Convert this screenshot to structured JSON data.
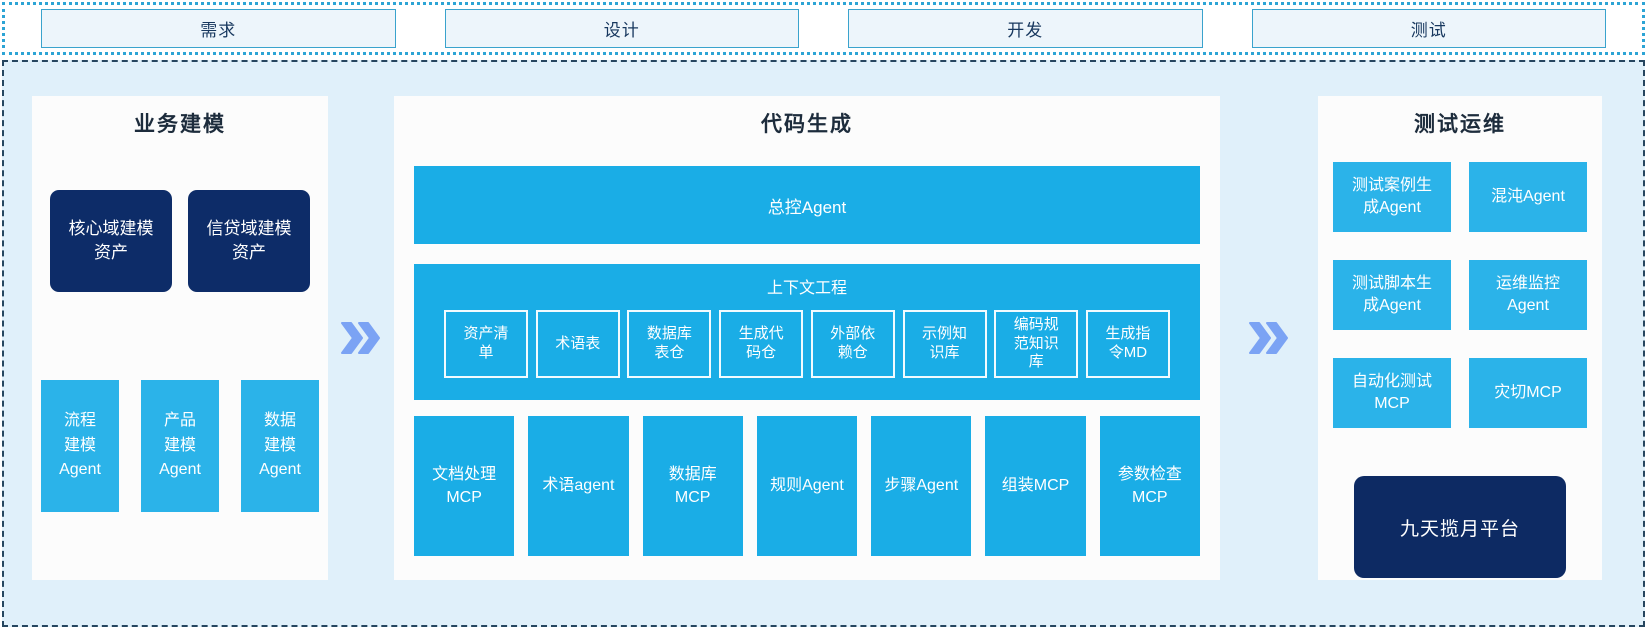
{
  "colors": {
    "accent_cyan": "#1aade6",
    "light_cyan_box": "#2bb3e9",
    "dark_navy_box": "#0d2b66",
    "chevron": "#7ba3f4",
    "container_bg": "#e0f0fa",
    "stage_dotted_border": "#2ca4d5",
    "main_dashed_border": "#26465f",
    "title_text": "#1d2c3c"
  },
  "icons": {
    "flow_arrow": "double-chevron-right"
  },
  "stages": [
    {
      "label": "需求"
    },
    {
      "label": "设计"
    },
    {
      "label": "开发"
    },
    {
      "label": "测试"
    }
  ],
  "panels": {
    "business": {
      "title": "业务建模",
      "asset_boxes": [
        {
          "label": "核心域建模\n资产"
        },
        {
          "label": "信贷域建模\n资产"
        }
      ],
      "agent_boxes": [
        {
          "label": "流程\n建模\nAgent"
        },
        {
          "label": "产品\n建模\nAgent"
        },
        {
          "label": "数据\n建模\nAgent"
        }
      ]
    },
    "codegen": {
      "title": "代码生成",
      "master_agent": "总控Agent",
      "context": {
        "title": "上下文工程",
        "items": [
          {
            "label": "资产清\n单"
          },
          {
            "label": "术语表"
          },
          {
            "label": "数据库\n表仓"
          },
          {
            "label": "生成代\n码仓"
          },
          {
            "label": "外部依\n赖仓"
          },
          {
            "label": "示例知\n识库"
          },
          {
            "label": "编码规\n范知识\n库"
          },
          {
            "label": "生成指\n令MD"
          }
        ]
      },
      "mcp_row": [
        {
          "label": "文档处理\nMCP"
        },
        {
          "label": "术语agent"
        },
        {
          "label": "数据库\nMCP"
        },
        {
          "label": "规则Agent"
        },
        {
          "label": "步骤Agent"
        },
        {
          "label": "组装MCP"
        },
        {
          "label": "参数检查\nMCP"
        }
      ]
    },
    "testops": {
      "title": "测试运维",
      "boxes": [
        {
          "label": "测试案例生\n成Agent"
        },
        {
          "label": "混沌Agent"
        },
        {
          "label": "测试脚本生\n成Agent"
        },
        {
          "label": "运维监控\nAgent"
        },
        {
          "label": "自动化测试\nMCP"
        },
        {
          "label": "灾切MCP"
        }
      ],
      "platform": "九天揽月平台"
    }
  }
}
